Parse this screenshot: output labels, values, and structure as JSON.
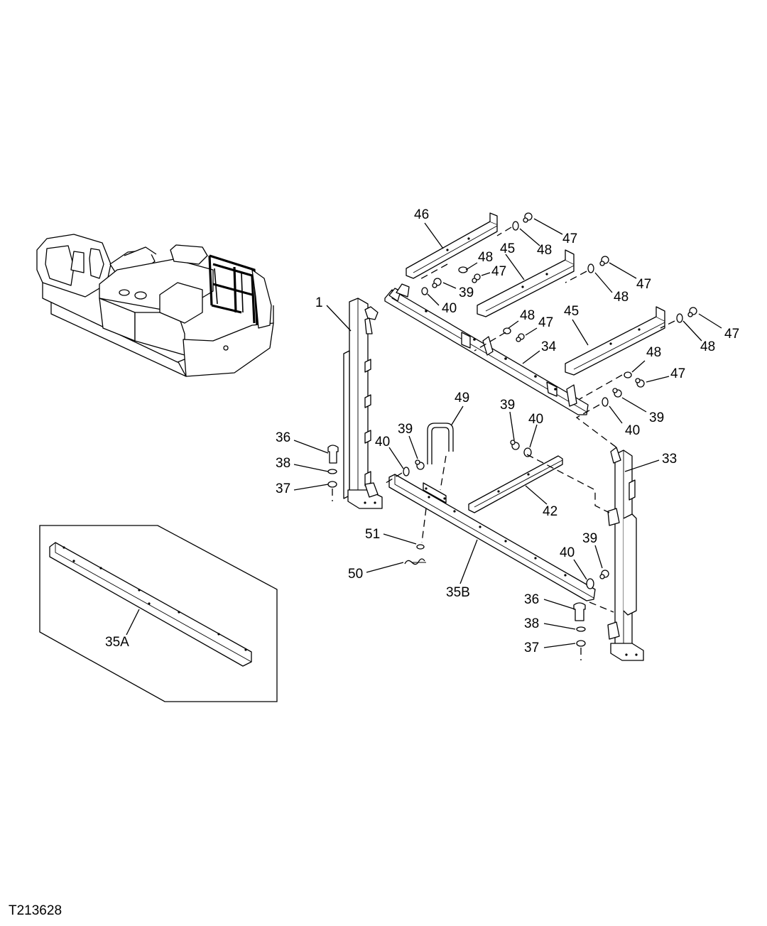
{
  "figure_id": "T213628",
  "callouts": [
    {
      "id": "c46a",
      "label": "46"
    },
    {
      "id": "c47a",
      "label": "47"
    },
    {
      "id": "c48a",
      "label": "48"
    },
    {
      "id": "c48b",
      "label": "48"
    },
    {
      "id": "c45a",
      "label": "45"
    },
    {
      "id": "c47b",
      "label": "47"
    },
    {
      "id": "c47c",
      "label": "47"
    },
    {
      "id": "c48c",
      "label": "48"
    },
    {
      "id": "c39a",
      "label": "39"
    },
    {
      "id": "c40a",
      "label": "40"
    },
    {
      "id": "c1",
      "label": "1"
    },
    {
      "id": "c48d",
      "label": "48"
    },
    {
      "id": "c47d",
      "label": "47"
    },
    {
      "id": "c45b",
      "label": "45"
    },
    {
      "id": "c47e",
      "label": "47"
    },
    {
      "id": "c48e",
      "label": "48"
    },
    {
      "id": "c34",
      "label": "34"
    },
    {
      "id": "c48f",
      "label": "48"
    },
    {
      "id": "c47f",
      "label": "47"
    },
    {
      "id": "c49",
      "label": "49"
    },
    {
      "id": "c39b",
      "label": "39"
    },
    {
      "id": "c40b",
      "label": "40"
    },
    {
      "id": "c39c",
      "label": "39"
    },
    {
      "id": "c40c",
      "label": "40"
    },
    {
      "id": "c39d",
      "label": "39"
    },
    {
      "id": "c40d",
      "label": "40"
    },
    {
      "id": "c36a",
      "label": "36"
    },
    {
      "id": "c33",
      "label": "33"
    },
    {
      "id": "c38a",
      "label": "38"
    },
    {
      "id": "c37a",
      "label": "37"
    },
    {
      "id": "c42",
      "label": "42"
    },
    {
      "id": "c51",
      "label": "51"
    },
    {
      "id": "c39e",
      "label": "39"
    },
    {
      "id": "c40e",
      "label": "40"
    },
    {
      "id": "c50",
      "label": "50"
    },
    {
      "id": "c35b",
      "label": "35B"
    },
    {
      "id": "c36b",
      "label": "36"
    },
    {
      "id": "c38b",
      "label": "38"
    },
    {
      "id": "c37b",
      "label": "37"
    },
    {
      "id": "c35a",
      "label": "35A"
    }
  ]
}
